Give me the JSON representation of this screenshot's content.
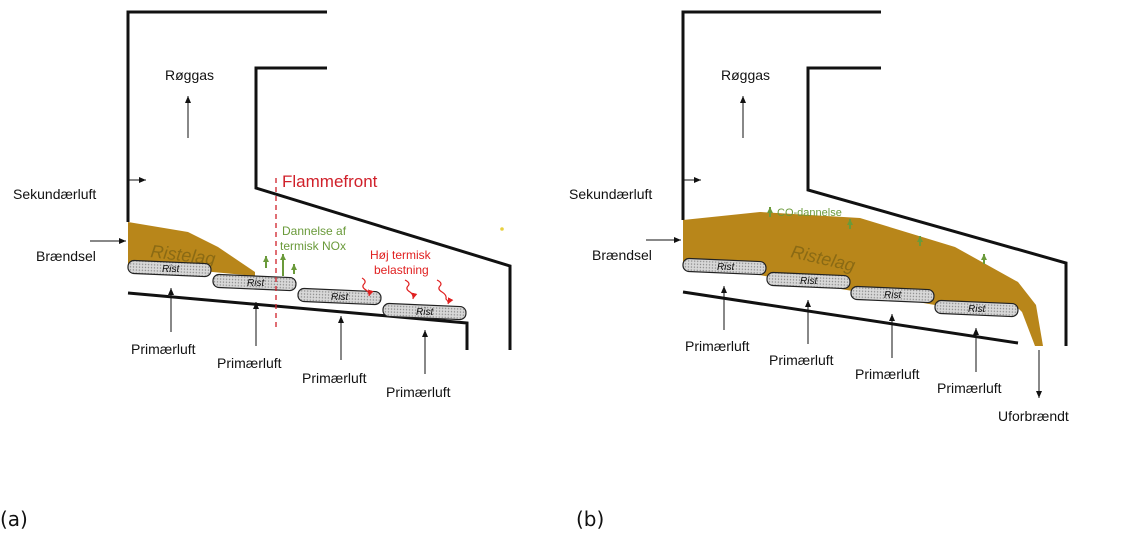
{
  "panel_a": {
    "label": "(a)",
    "flue_gas": "Røggas",
    "secondary_air": "Sekundærluft",
    "fuel": "Brændsel",
    "grate_bed": "Ristelag",
    "grate": "Rist",
    "primary_air": "Primærluft",
    "flame_front": "Flammefront",
    "nox_line1": "Dannelse af",
    "nox_line2": "termisk NOx",
    "thermal_line1": "Høj termisk",
    "thermal_line2": "belastning"
  },
  "panel_b": {
    "label": "(b)",
    "flue_gas": "Røggas",
    "secondary_air": "Sekundærluft",
    "fuel": "Brændsel",
    "grate_bed": "Ristelag",
    "grate": "Rist",
    "primary_air": "Primærluft",
    "co_formation": "CO-dannelse",
    "unburnt": "Uforbrændt"
  },
  "colors": {
    "bed": "#b8861a",
    "flame_front": "#d0202a",
    "nox": "#6a9a3a",
    "thermal": "#e02020"
  }
}
